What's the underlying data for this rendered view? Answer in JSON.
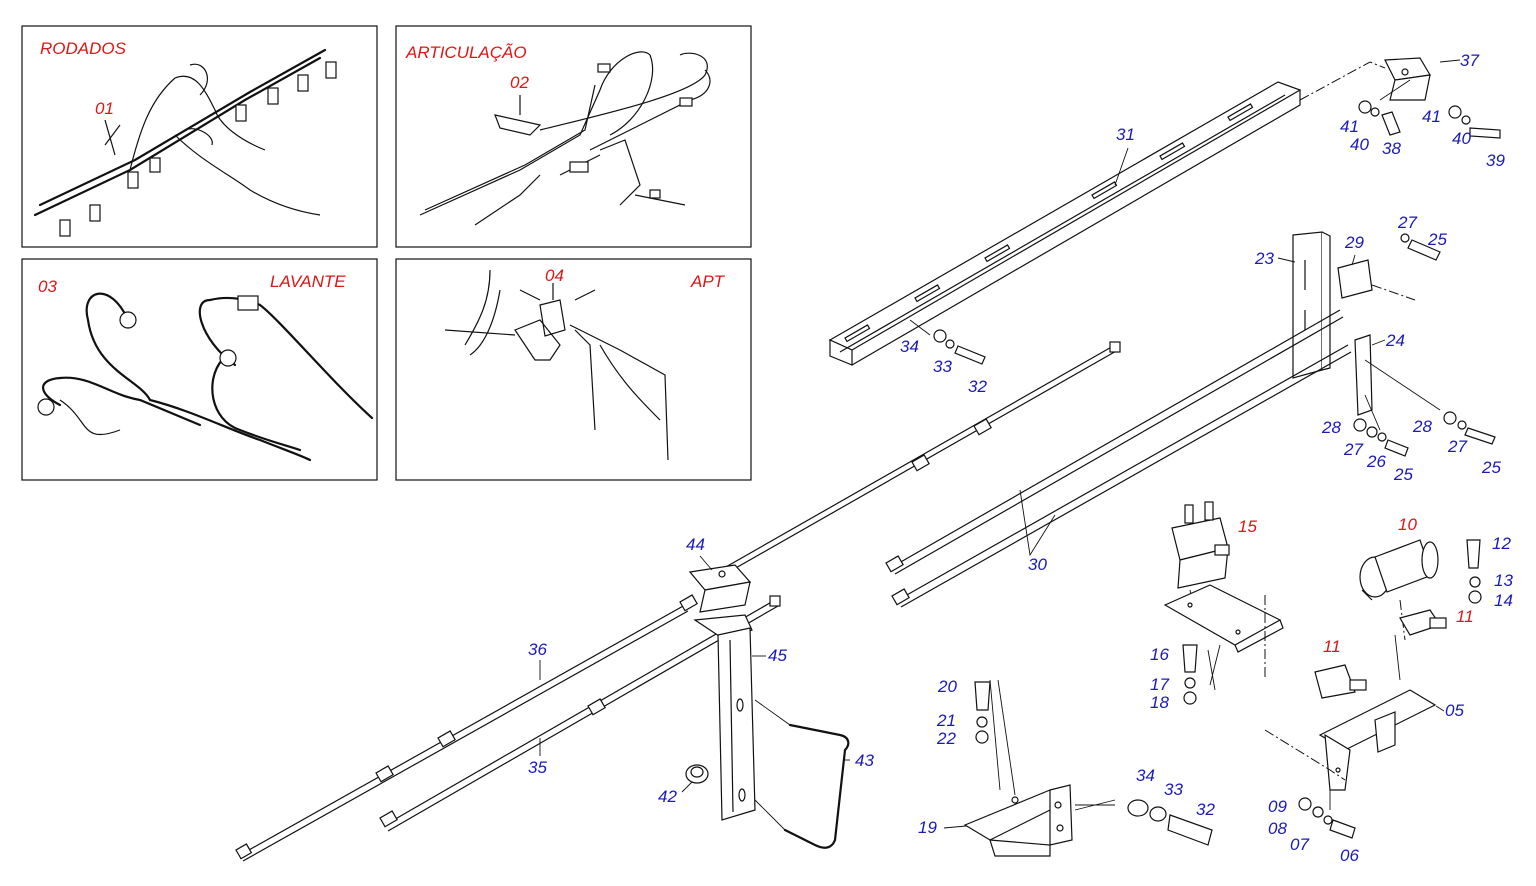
{
  "panels": {
    "rodados": {
      "title": "RODADOS",
      "part": "01"
    },
    "articulacao": {
      "title": "ARTICULAÇÃO",
      "part": "02"
    },
    "lavante": {
      "title": "LAVANTE",
      "part": "03"
    },
    "apt": {
      "title": "APT",
      "part": "04"
    }
  },
  "labels": {
    "p05": "05",
    "p06": "06",
    "p07": "07",
    "p08": "08",
    "p09": "09",
    "p10": "10",
    "p11a": "11",
    "p11b": "11",
    "p12": "12",
    "p13": "13",
    "p14": "14",
    "p15": "15",
    "p16": "16",
    "p17": "17",
    "p18": "18",
    "p19": "19",
    "p20": "20",
    "p21": "21",
    "p22": "22",
    "p23": "23",
    "p24": "24",
    "p25a": "25",
    "p25b": "25",
    "p25c": "25",
    "p26": "26",
    "p27a": "27",
    "p27b": "27",
    "p27c": "27",
    "p28a": "28",
    "p28b": "28",
    "p29": "29",
    "p30": "30",
    "p31": "31",
    "p32a": "32",
    "p32b": "32",
    "p33a": "33",
    "p33b": "33",
    "p34a": "34",
    "p34b": "34",
    "p35": "35",
    "p36": "36",
    "p37": "37",
    "p38": "38",
    "p39": "39",
    "p40a": "40",
    "p40b": "40",
    "p41a": "41",
    "p41b": "41",
    "p42": "42",
    "p43": "43",
    "p44": "44",
    "p45": "45"
  },
  "colors": {
    "blue_label": "#1a1ab8",
    "red_label": "#e01515",
    "line": "#111111"
  }
}
